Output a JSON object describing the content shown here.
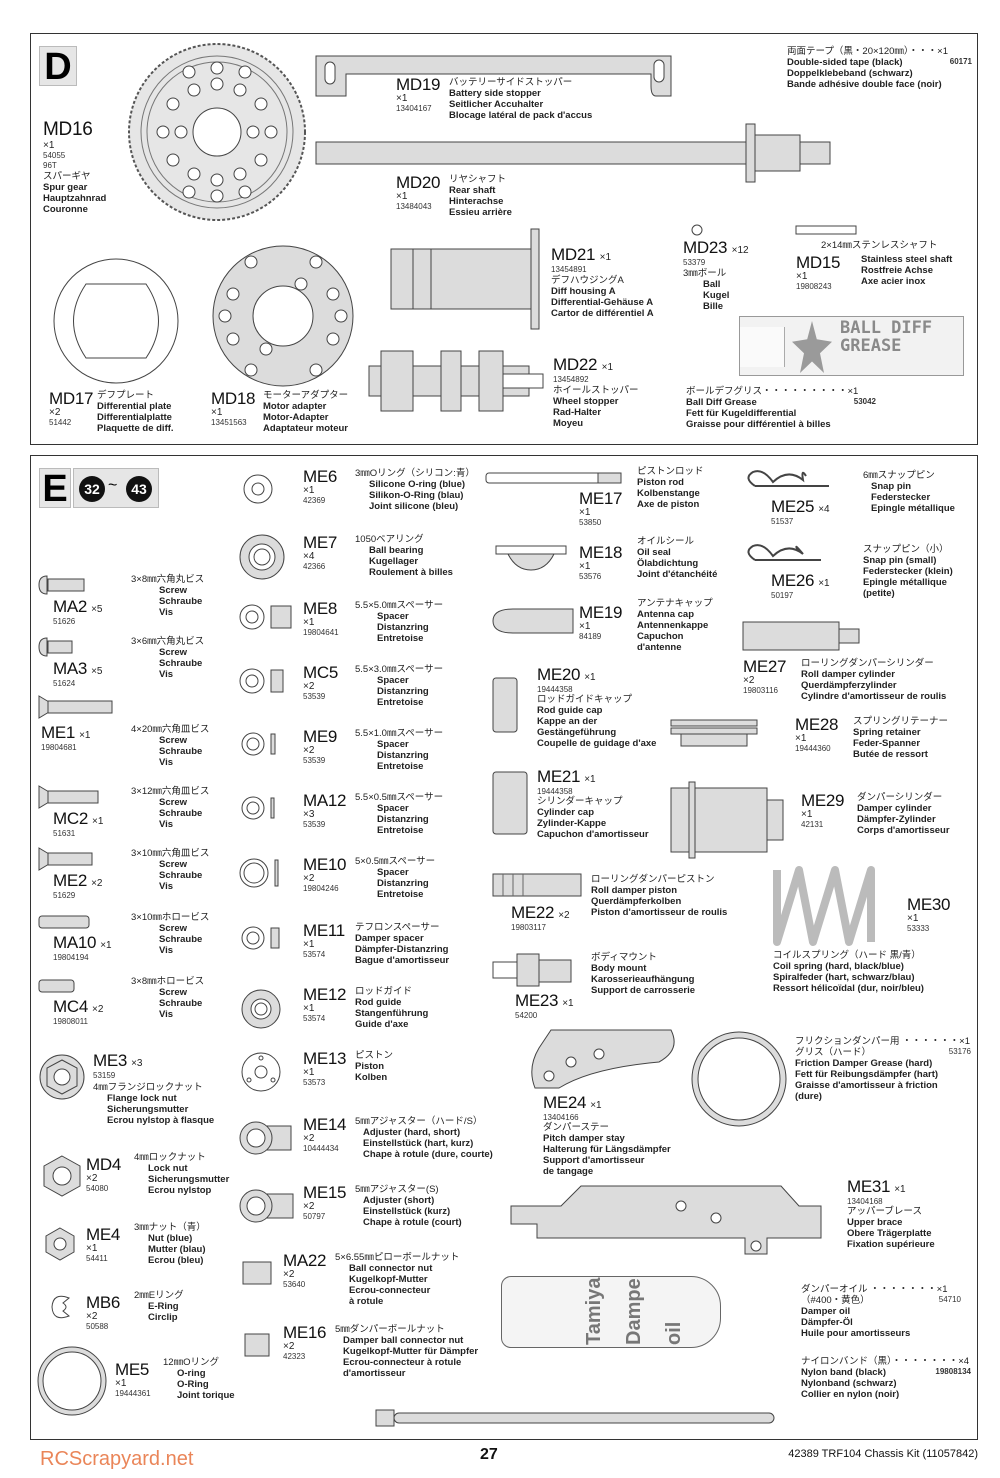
{
  "sections": {
    "D": {
      "letter": "D"
    },
    "E": {
      "letter": "E",
      "step_from": "32",
      "step_sep": "~",
      "step_to": "43"
    }
  },
  "parts_d": {
    "MD16": {
      "code": "MD16",
      "qty": "×1",
      "pn": "54055",
      "jp1": "96T",
      "jp": "スパーギヤ",
      "en": "Spur gear",
      "de": "Hauptzahnrad",
      "fr": "Couronne"
    },
    "MD19": {
      "code": "MD19",
      "qty": "×1",
      "pn": "13404167",
      "jp": "バッテリーサイドストッパー",
      "en": "Battery side stopper",
      "de": "Seitlicher Accuhalter",
      "fr": "Blocage latéral de pack d'accus"
    },
    "MD20": {
      "code": "MD20",
      "qty": "×1",
      "pn": "13484043",
      "jp": "リヤシャフト",
      "en": "Rear shaft",
      "de": "Hinterachse",
      "fr": "Essieu arrière"
    },
    "tape": {
      "jp": "両面テープ（黒・20×120㎜）・・・×1",
      "en": "Double-sided tape (black)",
      "pn": "60171",
      "de": "Doppelklebeband (schwarz)",
      "fr": "Bande adhésive double face (noir)"
    },
    "MD21": {
      "code": "MD21",
      "qty": "×1",
      "pn": "13454891",
      "jp": "デフハウジングA",
      "en": "Diff housing A",
      "de": "Differential-Gehäuse A",
      "fr": "Cartor de différentiel A"
    },
    "MD23": {
      "code": "MD23",
      "qty": "×12",
      "pn": "53379",
      "jp": "3㎜ボール",
      "en": "Ball",
      "de": "Kugel",
      "fr": "Bille"
    },
    "MD15": {
      "code": "MD15",
      "qty": "×1",
      "pn": "19808243",
      "jp": "2×14㎜ステンレスシャフト",
      "en": "Stainless steel shaft",
      "de": "Rostfreie Achse",
      "fr": "Axe acier inox"
    },
    "MD17": {
      "code": "MD17",
      "qty": "×2",
      "pn": "51442",
      "jp": "デフプレート",
      "en": "Differential plate",
      "de": "Differentialplatte",
      "fr": "Plaquette de diff."
    },
    "MD18": {
      "code": "MD18",
      "qty": "×1",
      "pn": "13451563",
      "jp": "モーターアダプター",
      "en": "Motor adapter",
      "de": "Motor-Adapter",
      "fr": "Adaptateur moteur"
    },
    "MD22": {
      "code": "MD22",
      "qty": "×1",
      "pn": "13454892",
      "jp": "ホイールストッパー",
      "en": "Wheel stopper",
      "de": "Rad-Halter",
      "fr": "Moyeu"
    },
    "grease": {
      "jp": "ボールデフグリス・・・・・・・・・×1",
      "en": "Ball Diff Grease",
      "pn": "53042",
      "de": "Fett für Kugeldifferential",
      "fr": "Graisse pour différentiel à billes",
      "tube_text": "BALL DIFF GREASE"
    }
  },
  "parts_e": {
    "MA2": {
      "code": "MA2",
      "qty": "×5",
      "pn": "51626",
      "jp": "3×8㎜六角丸ビス",
      "en": "Screw",
      "de": "Schraube",
      "fr": "Vis"
    },
    "MA3": {
      "code": "MA3",
      "qty": "×5",
      "pn": "51624",
      "jp": "3×6㎜六角丸ビス",
      "en": "Screw",
      "de": "Schraube",
      "fr": "Vis"
    },
    "ME1": {
      "code": "ME1",
      "qty": "×1",
      "pn": "19804681",
      "jp": "4×20㎜六角皿ビス",
      "en": "Screw",
      "de": "Schraube",
      "fr": "Vis"
    },
    "MC2": {
      "code": "MC2",
      "qty": "×1",
      "pn": "51631",
      "jp": "3×12㎜六角皿ビス",
      "en": "Screw",
      "de": "Schraube",
      "fr": "Vis"
    },
    "ME2": {
      "code": "ME2",
      "qty": "×2",
      "pn": "51629",
      "jp": "3×10㎜六角皿ビス",
      "en": "Screw",
      "de": "Schraube",
      "fr": "Vis"
    },
    "MA10": {
      "code": "MA10",
      "qty": "×1",
      "pn": "19804194",
      "jp": "3×10㎜ホロービス",
      "en": "Screw",
      "de": "Schraube",
      "fr": "Vis"
    },
    "MC4": {
      "code": "MC4",
      "qty": "×2",
      "pn": "19808011",
      "jp": "3×8㎜ホロービス",
      "en": "Screw",
      "de": "Schraube",
      "fr": "Vis"
    },
    "ME3": {
      "code": "ME3",
      "qty": "×3",
      "pn": "53159",
      "jp": "4㎜フランジロックナット",
      "en": "Flange lock nut",
      "de": "Sicherungsmutter",
      "fr": "Ecrou nylstop à flasque"
    },
    "MD4": {
      "code": "MD4",
      "qty": "×2",
      "pn": "54080",
      "jp": "4㎜ロックナット",
      "en": "Lock nut",
      "de": "Sicherungsmutter",
      "fr": "Ecrou nylstop"
    },
    "ME4": {
      "code": "ME4",
      "qty": "×1",
      "pn": "54411",
      "jp": "3㎜ナット（青）",
      "en": "Nut (blue)",
      "de": "Mutter (blau)",
      "fr": "Ecrou (bleu)"
    },
    "MB6": {
      "code": "MB6",
      "qty": "×2",
      "pn": "50588",
      "jp": "2㎜Eリング",
      "en": "E-Ring",
      "de": "Circlip"
    },
    "ME5": {
      "code": "ME5",
      "qty": "×1",
      "pn": "19444361",
      "jp": "12㎜Oリング",
      "en": "O-ring",
      "de": "O-Ring",
      "fr": "Joint torique"
    },
    "ME6": {
      "code": "ME6",
      "qty": "×1",
      "pn": "42369",
      "jp": "3㎜Oリング（シリコン:青）",
      "en": "Silicone O-ring (blue)",
      "de": "Silikon-O-Ring (blau)",
      "fr": "Joint silicone (bleu)"
    },
    "ME7": {
      "code": "ME7",
      "qty": "×4",
      "pn": "42366",
      "jp": "1050ベアリング",
      "en": "Ball bearing",
      "de": "Kugellager",
      "fr": "Roulement à billes"
    },
    "ME8": {
      "code": "ME8",
      "qty": "×1",
      "pn": "19804641",
      "jp": "5.5×5.0㎜スペーサー",
      "en": "Spacer",
      "de": "Distanzring",
      "fr": "Entretoise"
    },
    "MC5": {
      "code": "MC5",
      "qty": "×2",
      "pn": "53539",
      "jp": "5.5×3.0㎜スペーサー",
      "en": "Spacer",
      "de": "Distanzring",
      "fr": "Entretoise"
    },
    "ME9": {
      "code": "ME9",
      "qty": "×2",
      "pn": "53539",
      "jp": "5.5×1.0㎜スペーサー",
      "en": "Spacer",
      "de": "Distanzring",
      "fr": "Entretoise"
    },
    "MA12": {
      "code": "MA12",
      "qty": "×3",
      "pn": "53539",
      "jp": "5.5×0.5㎜スペーサー",
      "en": "Spacer",
      "de": "Distanzring",
      "fr": "Entretoise"
    },
    "ME10": {
      "code": "ME10",
      "qty": "×2",
      "pn": "19804246",
      "jp": "5×0.5㎜スペーサー",
      "en": "Spacer",
      "de": "Distanzring",
      "fr": "Entretoise"
    },
    "ME11": {
      "code": "ME11",
      "qty": "×1",
      "pn": "53574",
      "jp": "テフロンスペーサー",
      "en": "Damper spacer",
      "de": "Dämpfer-Distanzring",
      "fr": "Bague d'amortisseur"
    },
    "ME12": {
      "code": "ME12",
      "qty": "×1",
      "pn": "53574",
      "jp": "ロッドガイド",
      "en": "Rod guide",
      "de": "Stangenführung",
      "fr": "Guide d'axe"
    },
    "ME13": {
      "code": "ME13",
      "qty": "×1",
      "pn": "53573",
      "jp": "ピストン",
      "en": "Piston",
      "de": "Kolben"
    },
    "ME14": {
      "code": "ME14",
      "qty": "×2",
      "pn": "10444434",
      "jp": "5㎜アジャスター（ハード/S）",
      "en": "Adjuster (hard, short)",
      "de": "Einstellstück (hart, kurz)",
      "fr": "Chape à rotule (dure, courte)"
    },
    "ME15": {
      "code": "ME15",
      "qty": "×2",
      "pn": "50797",
      "jp": "5㎜アジャスター(S)",
      "en": "Adjuster (short)",
      "de": "Einstellstück (kurz)",
      "fr": "Chape à rotule (court)"
    },
    "MA22": {
      "code": "MA22",
      "qty": "×2",
      "pn": "53640",
      "jp": "5×6.55㎜ピローボールナット",
      "en": "Ball connector nut",
      "de": "Kugelkopf-Mutter",
      "fr": "Ecrou-connecteur",
      "fr2": "à rotule"
    },
    "ME16": {
      "code": "ME16",
      "qty": "×2",
      "pn": "42323",
      "jp": "5㎜ダンパーボールナット",
      "en": "Damper ball connector nut",
      "de": "Kugelkopf-Mutter für Dämpfer",
      "fr": "Ecrou-connecteur à rotule",
      "fr2": "d'amortisseur"
    },
    "ME17": {
      "code": "ME17",
      "qty": "×1",
      "pn": "53850",
      "jp": "ピストンロッド",
      "en": "Piston rod",
      "de": "Kolbenstange",
      "fr": "Axe de piston"
    },
    "ME18": {
      "code": "ME18",
      "qty": "×1",
      "pn": "53576",
      "jp": "オイルシール",
      "en": "Oil seal",
      "de": "Ölabdichtung",
      "fr": "Joint d'étanchéité"
    },
    "ME19": {
      "code": "ME19",
      "qty": "×1",
      "pn": "84189",
      "jp": "アンテナキャップ",
      "en": "Antenna cap",
      "de": "Antennenkappe",
      "fr": "Capuchon",
      "fr2": "d'antenne"
    },
    "ME20": {
      "code": "ME20",
      "qty": "×1",
      "pn": "19444358",
      "jp": "ロッドガイドキャップ",
      "en": "Rod guide cap",
      "de": "Kappe an der",
      "de2": "Gestängeführung",
      "fr": "Coupelle de guidage d'axe"
    },
    "ME21": {
      "code": "ME21",
      "qty": "×1",
      "pn": "19444358",
      "jp": "シリンダーキャップ",
      "en": "Cylinder cap",
      "de": "Zylinder-Kappe",
      "fr": "Capuchon d'amortisseur"
    },
    "ME22": {
      "code": "ME22",
      "qty": "×2",
      "pn": "19803117",
      "jp": "ローリングダンパーピストン",
      "en": "Roll damper piston",
      "de": "Querdämpferkolben",
      "fr": "Piston d'amortisseur de roulis"
    },
    "ME23": {
      "code": "ME23",
      "qty": "×1",
      "pn": "54200",
      "jp": "ボディマウント",
      "en": "Body mount",
      "de": "Karosserieaufhängung",
      "fr": "Support de carrosserie"
    },
    "ME24": {
      "code": "ME24",
      "qty": "×1",
      "pn": "13404166",
      "jp": "ダンパーステー",
      "en": "Pitch damper stay",
      "de": "Halterung für Längsdämpfer",
      "fr": "Support d'amortisseur",
      "fr2": "de tangage"
    },
    "ME25": {
      "code": "ME25",
      "qty": "×4",
      "pn": "51537",
      "jp": "6㎜スナップピン",
      "en": "Snap pin",
      "de": "Federstecker",
      "fr": "Epingle métallique"
    },
    "ME26": {
      "code": "ME26",
      "qty": "×1",
      "pn": "50197",
      "jp": "スナップピン（小）",
      "en": "Snap pin (small)",
      "de": "Federstecker (klein)",
      "fr": "Epingle métallique",
      "fr2": "(petite)"
    },
    "ME27": {
      "code": "ME27",
      "qty": "×2",
      "pn": "19803116",
      "jp": "ローリングダンパーシリンダー",
      "en": "Roll damper cylinder",
      "de": "Querdämpferzylinder",
      "fr": "Cylindre d'amortisseur de roulis"
    },
    "ME28": {
      "code": "ME28",
      "qty": "×1",
      "pn": "19444360",
      "jp": "スプリングリテーナー",
      "en": "Spring retainer",
      "de": "Feder-Spanner",
      "fr": "Butée de ressort"
    },
    "ME29": {
      "code": "ME29",
      "qty": "×1",
      "pn": "42131",
      "jp": "ダンパーシリンダー",
      "en": "Damper cylinder",
      "de": "Dämpfer-Zylinder",
      "fr": "Corps d'amortisseur"
    },
    "ME30": {
      "code": "ME30",
      "qty": "×1",
      "pn": "53333",
      "jp": "コイルスプリング（ハード 黒/青）",
      "en": "Coil spring (hard, black/blue)",
      "de": "Spiralfeder (hart, schwarz/blau)",
      "fr": "Ressort hélicoïdal (dur, noir/bleu)"
    },
    "fgrease": {
      "jp": "フリクションダンパー用 ・・・・・・×1",
      "jp2": "グリス（ハード）",
      "pn": "53176",
      "en": "Friction Damper Grease (hard)",
      "de": "Fett für Reibungsdämpfer (hart)",
      "fr": "Graisse d'amortisseur à friction",
      "fr2": "(dure)"
    },
    "ME31": {
      "code": "ME31",
      "qty": "×1",
      "pn": "13404168",
      "jp": "アッパーブレース",
      "en": "Upper brace",
      "de": "Obere Trägerplatte",
      "fr": "Fixation supérieure"
    },
    "oil": {
      "jp": "ダンパーオイル ・・・・・・・×1",
      "jp2": "（#400・黄色）",
      "pn": "54710",
      "en": "Damper oil",
      "de": "Dämpfer-Öl",
      "fr": "Huile pour amortisseurs",
      "bottle_brand": "Tamiya",
      "bottle_line1": "Damper",
      "bottle_line2": "oil"
    },
    "band": {
      "jp": "ナイロンバンド（黒）・・・・・・・×4",
      "en": "Nylon band (black)",
      "pn": "19808134",
      "de": "Nylonband (schwarz)",
      "fr": "Collier en nylon (noir)"
    }
  },
  "footer": {
    "page": "27",
    "kit": "42389  TRF104 Chassis Kit (11057842)"
  },
  "watermark": "RCScrapyard.net",
  "colors": {
    "part_fill": "#dcdcdc",
    "outline": "#444444",
    "watermark": "#e87846"
  }
}
